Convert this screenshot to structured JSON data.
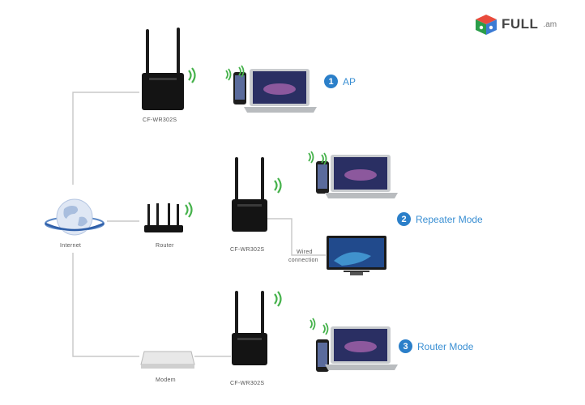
{
  "logo": {
    "name": "FULL",
    "tld": ".am"
  },
  "devices": {
    "repeater_ap": "CF-WR302S",
    "repeater_mid": "CF-WR302S",
    "repeater_bottom": "CF-WR302S",
    "internet": "Internet",
    "router": "Router",
    "modem": "Modem",
    "wired_label_1": "Wired",
    "wired_label_2": "connection"
  },
  "modes": [
    {
      "number": "1",
      "label": "AP"
    },
    {
      "number": "2",
      "label": "Repeater Mode"
    },
    {
      "number": "3",
      "label": "Router Mode"
    }
  ]
}
